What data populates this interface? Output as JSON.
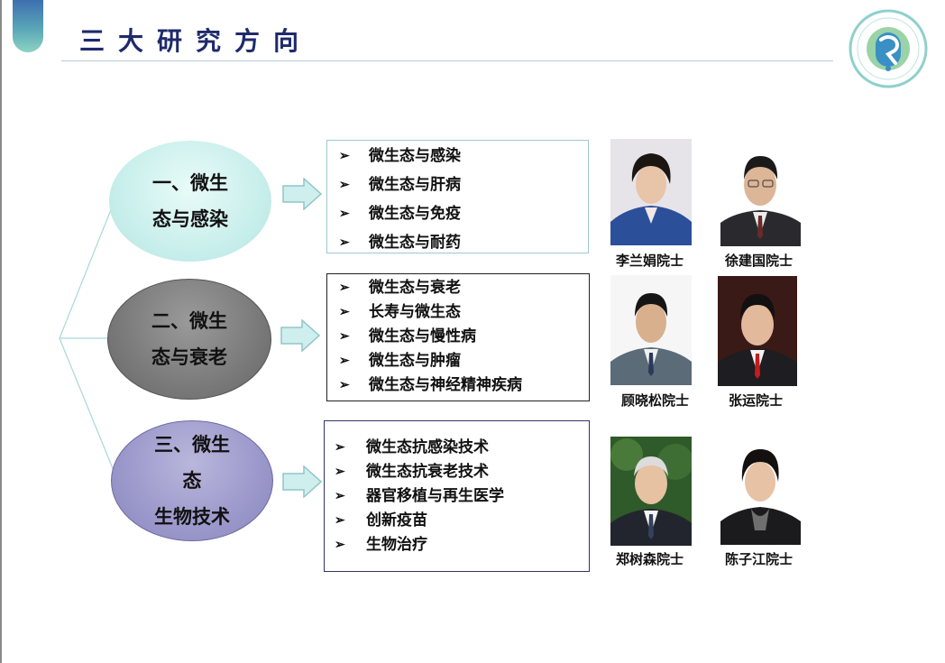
{
  "slide": {
    "title": "三大研究方向"
  },
  "directions": [
    {
      "lines": [
        "一、微生",
        "态与感染"
      ],
      "items": [
        "微生态与感染",
        "微生态与肝病",
        "微生态与免疫",
        "微生态与耐药"
      ],
      "people": [
        "李兰娟院士",
        "徐建国院士"
      ]
    },
    {
      "lines": [
        "二、微生",
        "态与衰老"
      ],
      "items": [
        "微生态与衰老",
        "长寿与微生态",
        "微生态与慢性病",
        "微生态与肿瘤",
        "微生态与神经精神疾病"
      ],
      "people": [
        "顾晓松院士",
        "张运院士"
      ]
    },
    {
      "lines": [
        "三、微生",
        "态",
        "生物技术"
      ],
      "items": [
        "微生态抗感染技术",
        "微生态抗衰老技术",
        "器官移植与再生医学",
        "创新疫苗",
        "生物治疗"
      ],
      "people": [
        "郑树森院士",
        "陈子江院士"
      ]
    }
  ],
  "bullet_glyph": "➢",
  "colors": {
    "title": "#1f2a6b",
    "ellipse1": "#c9efec",
    "ellipse2": "#7a7a7a",
    "ellipse3": "#9b98cb",
    "arrow": "#bfe6e8"
  },
  "icons": [
    "lab-logo-icon",
    "arrow-right-icon",
    "bullet-arrow-icon"
  ]
}
